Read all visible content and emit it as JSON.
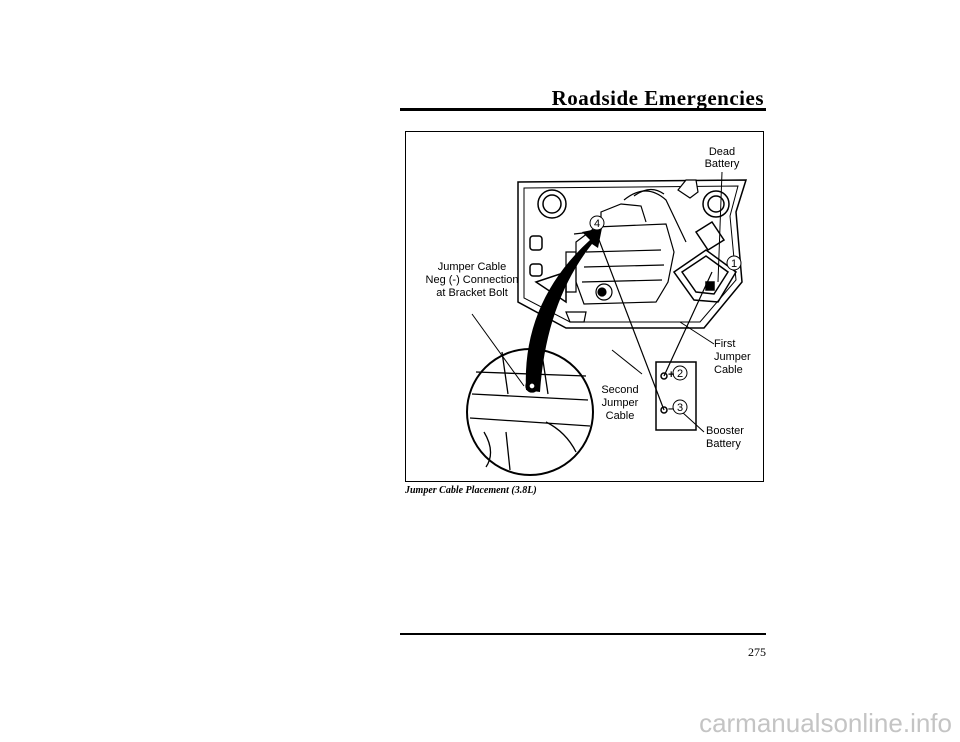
{
  "header": {
    "title": "Roadside Emergencies"
  },
  "figure": {
    "labels": {
      "dead_battery_1": "Dead",
      "dead_battery_2": "Battery",
      "jumper_neg_1": "Jumper Cable",
      "jumper_neg_2": "Neg (-) Connection",
      "jumper_neg_3": "at Bracket Bolt",
      "first_jumper_1": "First",
      "first_jumper_2": "Jumper",
      "first_jumper_3": "Cable",
      "second_jumper_1": "Second",
      "second_jumper_2": "Jumper",
      "second_jumper_3": "Cable",
      "booster_1": "Booster",
      "booster_2": "Battery",
      "callout_1": "1",
      "callout_2": "2",
      "callout_3": "3",
      "callout_4": "4",
      "plus_sign": "+",
      "minus_sign": "–"
    }
  },
  "caption": "Jumper Cable Placement (3.8L)",
  "page_number": "275",
  "watermark": "carmanualsonline.info"
}
